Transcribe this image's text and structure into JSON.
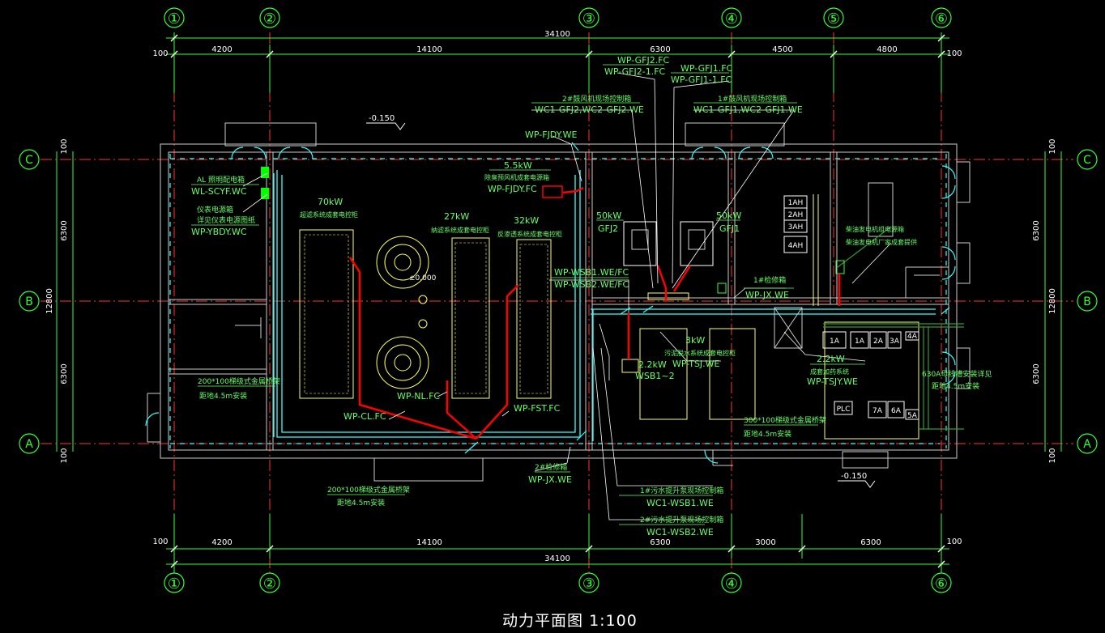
{
  "drawing": {
    "title": "动力平面图",
    "scale": "1:100"
  },
  "axes": {
    "top_numbers": [
      "①",
      "②",
      "③",
      "④",
      "⑤",
      "⑥"
    ],
    "bottom_numbers": [
      "①",
      "②",
      "③",
      "④",
      "⑥"
    ],
    "letters": [
      "C",
      "B",
      "A"
    ]
  },
  "dims": {
    "total": "34100",
    "top_spans": [
      "4200",
      "14100",
      "6300",
      "4500",
      "4800"
    ],
    "bottom_spans": [
      "4200",
      "14100",
      "6300",
      "3000",
      "6300"
    ],
    "edge": "100",
    "side_spans": [
      "6300",
      "6300"
    ],
    "side_total": "12800"
  },
  "levels": {
    "outdoor": "-0.150",
    "indoor": "±0.000"
  },
  "labels": {
    "al_box": "AL 照明配电箱",
    "wl_scyf": "WL-SCYF.WC",
    "instr_box": "仪表电源箱",
    "instr_note": "详见仪表电源图纸",
    "wp_ybdy": "WP-YBDY.WC",
    "p70": "70kW",
    "p70_desc": "超滤系统成套电控柜",
    "p27": "27kW",
    "p27_desc": "纳滤系统成套电控柜",
    "p32": "32kW",
    "p32_desc": "反渗透系统成套电控柜",
    "p55": "5.5kW",
    "p55_desc": "除臭预风机成套电源箱",
    "wp_fjdy": "WP-FJDY.FC",
    "wp_fjdy_we": "WP-FJDY.WE",
    "gfj2_cab": "2#鼓风机现场控制箱",
    "gfj2_wc": "WC1-GFJ2,WC2-GFJ2.WE",
    "gfj1_cab": "1#鼓风机现场控制箱",
    "gfj1_wc": "WC1-GFJ1,WC2-GFJ1.WE",
    "wp_gfj2": "WP-GFJ2.FC",
    "wp_gfj2_1": "WP-GFJ2-1.FC",
    "wp_gfj1": "WP-GFJ1.FC",
    "wp_gfj1_1": "WP-GFJ1-1.FC",
    "p50a": "50kW",
    "gfj2": "GFJ2",
    "p50b": "50kW",
    "gfj1": "GFJ1",
    "jx1": "1#检修箱",
    "wp_jx1": "WP-JX.WE",
    "wp_wsb1": "WP-WSB1.WE/FC",
    "wp_wsb2": "WP-WSB2.WE/FC",
    "p3": "3kW",
    "p3_desc": "污泥脱水系统成套电控柜",
    "wp_tsj": "WP-TSJ.WE",
    "p22a": "2.2kW",
    "wsb": "WSB1~2",
    "p22b": "2.2kW",
    "tsj_desc": "成套加药系统",
    "wp_tsjy": "WP-TSJY.WE",
    "fdj_desc1": "柴油发电机组电源箱",
    "fdj_desc2": "柴油发电机厂家成套提供",
    "cab_1ah": "1AH",
    "cab_2ah": "2AH",
    "cab_3ah": "3AH",
    "cab_4ah": "4AH",
    "cab_1a_a": "1A",
    "cab_1a_b": "1A",
    "cab_2a": "2A",
    "cab_3a": "3A",
    "cab_4a": "4A",
    "cab_plc": "PLC",
    "cab_7a": "7A",
    "cab_6a": "6A",
    "cab_5a": "5A",
    "tray_630": "630A母线槽安装详见",
    "tray_630_note": "距地4.5m安装",
    "tray_200a": "200*100梯级式金属桥架",
    "tray_200a_note": "距地4.5m安装",
    "tray_200b": "200*100梯级式金属桥架",
    "tray_200b_note": "距地4.5m安装",
    "tray_300": "300*100梯级式金属桥架",
    "tray_300_note": "距地4.5m安装",
    "wp_nl": "WP-NL.FC",
    "wp_cl": "WP-CL.FC",
    "wp_fst": "WP-FST.FC",
    "jx2": "2#检修箱",
    "wp_jx2": "WP-JX.WE",
    "wsb1_cab": "1#污水提升泵现场控制箱",
    "wc_wsb1": "WC1-WSB1.WE",
    "wsb2_cab": "2#污水提升泵现场控制箱",
    "wc_wsb2": "WC1-WSB2.WE"
  },
  "colors": {
    "background": "#000000",
    "axis": "#ff3333",
    "bubble": "#33ff33",
    "wall": "#cccccc",
    "window": "#33ffff",
    "equipment": "#ffff66",
    "cable": "#ff0000",
    "text": "#66ff66",
    "dim": "#ffffff"
  }
}
